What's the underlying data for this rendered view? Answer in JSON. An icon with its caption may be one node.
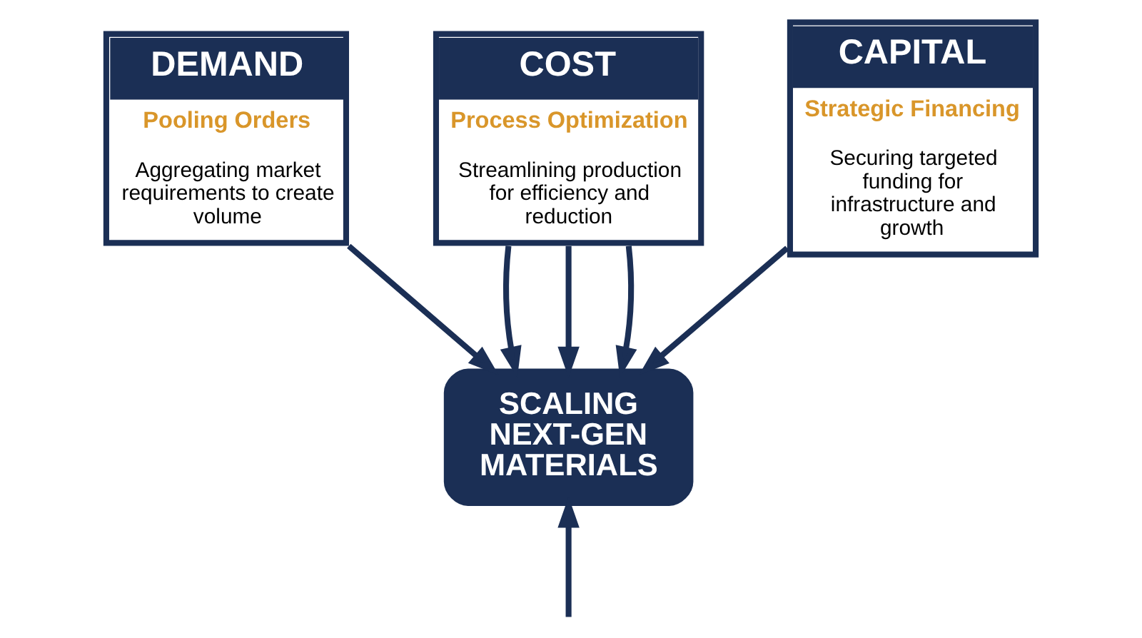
{
  "diagram": {
    "nodes": [
      {
        "text": [
          "DEMAND",
          "Pooling Orders",
          "Aggregating market requirements to create volume"
        ]
      },
      {
        "text": [
          "COST",
          "Process Optimization",
          "Streamlining production for efficiency and reduction"
        ]
      },
      {
        "text": [
          "CAPITAL",
          "Strategic Financing",
          "Securing targeted funding for infrastructure and growth"
        ]
      },
      {
        "text": [
          "SCALING NEXT-GEN MATERIALS"
        ]
      }
    ],
    "edges": [
      {
        "from": 0,
        "to": 3,
        "arrow": "to"
      },
      {
        "from": 1,
        "to": 3,
        "arrow": "to"
      },
      {
        "from": 1,
        "to": 3,
        "arrow": "to"
      },
      {
        "from": 1,
        "to": 3,
        "arrow": "to"
      },
      {
        "from": 2,
        "to": 3,
        "arrow": "to"
      },
      {
        "from": null,
        "to": 3,
        "arrow": "to"
      }
    ]
  }
}
